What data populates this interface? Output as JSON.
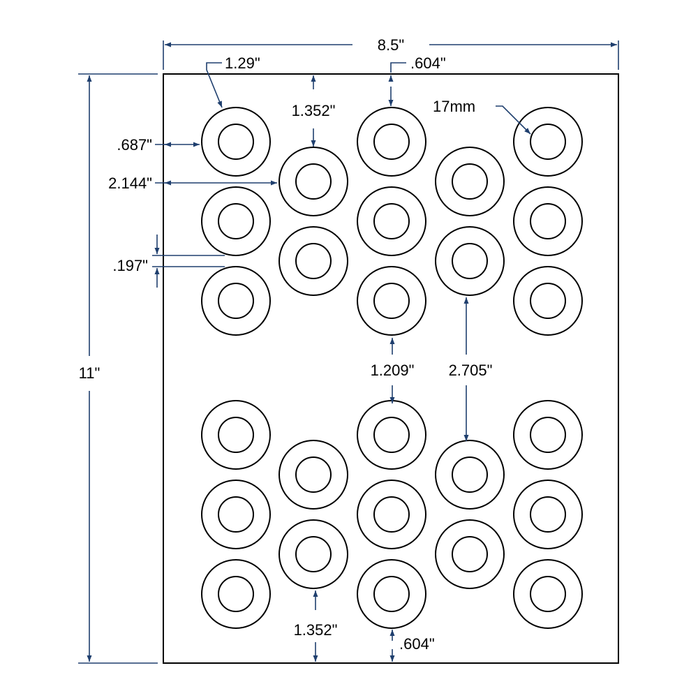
{
  "sheet": {
    "width_label": "8.5\"",
    "height_label": "11\""
  },
  "dimensions": {
    "label_diameter": "1.29\"",
    "top_margin_col3": ".604\"",
    "top_margin_col2": "1.352\"",
    "hole_size": "17mm",
    "left_margin": ".687\"",
    "col2_offset": "2.144\"",
    "vertical_gap": ".197\"",
    "gap_between_blocks": "1.209\"",
    "col4_block_gap": "2.705\"",
    "bottom_margin_col2": "1.352\"",
    "bottom_margin_col3": ".604\""
  },
  "colors": {
    "dimension": "#1f3f6e",
    "outline": "#000000"
  }
}
